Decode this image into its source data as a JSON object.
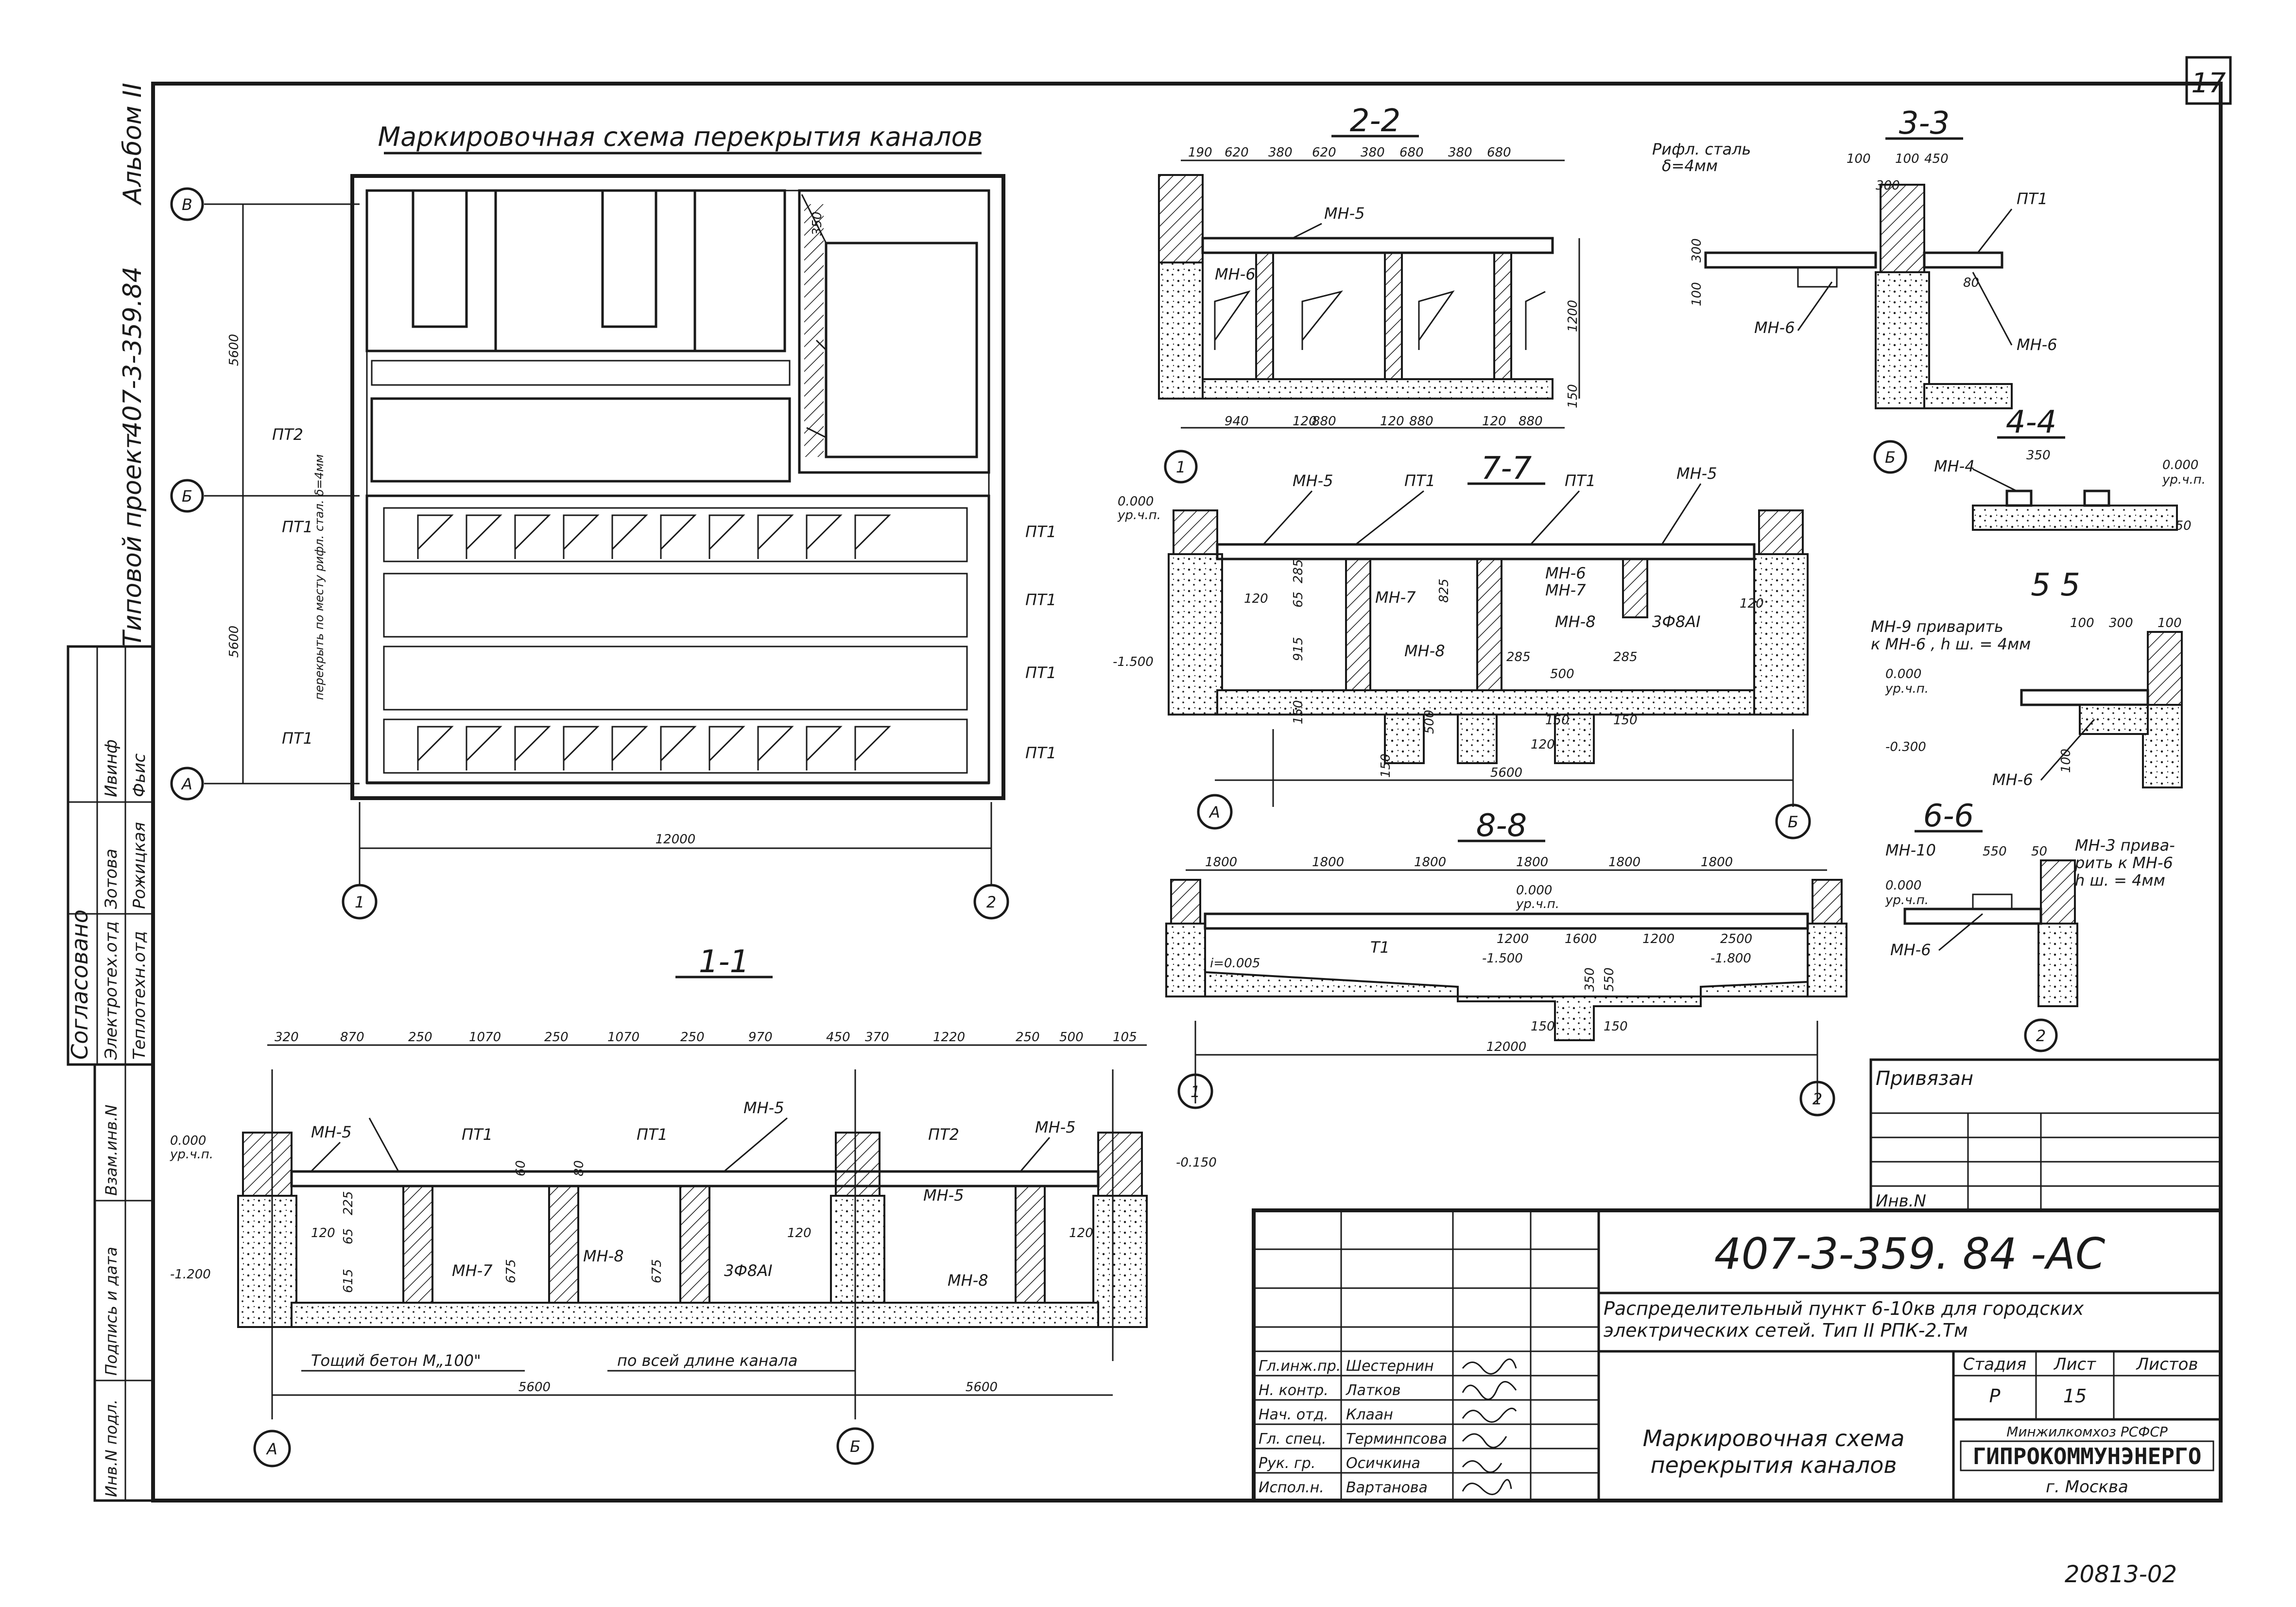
{
  "sheet_number": "17",
  "archive_number": "20813-02",
  "margin": {
    "project_label": "Типовой проект",
    "project_code": "407-3-359.84",
    "album": "Альбом II"
  },
  "approval": {
    "title": "Согласовано",
    "rows": [
      {
        "dept": "Электротех.отд",
        "name": "Зотова"
      },
      {
        "dept": "Теплотехн.отд",
        "name": "Рожицкая"
      }
    ],
    "signature_marks": [
      "Ивинф",
      "Фьис"
    ]
  },
  "left_strip": [
    "Взам.инв.N",
    "Подпись и дата",
    "Инв.N подл."
  ],
  "plan": {
    "title": "Маркировочная схема перекрытия каналов",
    "axes": {
      "row": [
        "В",
        "Б",
        "А"
      ],
      "col": [
        "1",
        "2"
      ]
    },
    "dims": {
      "width": "12000",
      "upper": "5600",
      "lower": "5600",
      "d350": "350"
    },
    "labels": [
      "ПТ2",
      "ПТ1",
      "ПТ1",
      "ПТ1",
      "ПТ1",
      "ПТ1",
      "ПТ1"
    ],
    "note": "перекрыть по месту рифл. стал. δ=4мм"
  },
  "sec22": {
    "title": "2-2",
    "top_dims": [
      "190",
      "620",
      "380",
      "620",
      "380",
      "680",
      "380",
      "680"
    ],
    "bottom_dims": [
      "940",
      "120",
      "880",
      "120",
      "880",
      "120",
      "880"
    ],
    "side_dims": [
      "1200",
      "150"
    ],
    "labels": [
      "МН-5",
      "МН-6"
    ],
    "axis": "1"
  },
  "sec33": {
    "title": "3-3",
    "note_line1": "Рифл. сталь",
    "note_line2": "δ=4мм",
    "dims": [
      "100",
      "100",
      "450",
      "300",
      "100",
      "300",
      "80"
    ],
    "labels": [
      "ПТ1",
      "МН-6",
      "МН-6"
    ],
    "axis": "Б"
  },
  "sec44": {
    "title": "4-4",
    "dims": [
      "350",
      "0.000",
      "ур.ч.п.",
      "150"
    ],
    "labels": [
      "МН-4"
    ]
  },
  "sec55": {
    "title": "5 5",
    "note_line1": "МН-9 приварить",
    "note_line2": "к МН-6 , h ш. = 4мм",
    "dims": [
      "100",
      "300",
      "100",
      "0.000",
      "ур.ч.п.",
      "-0.300",
      "100"
    ],
    "labels": [
      "МН-6"
    ]
  },
  "sec66": {
    "title": "6-6",
    "dims": [
      "550",
      "50",
      "0.000",
      "ур.ч.п."
    ],
    "note_line1": "МН-3 прива-",
    "note_line2": "рить к МН-6",
    "note_line3": "h ш. = 4мм",
    "labels": [
      "МН-10",
      "МН-6"
    ],
    "axis": "2"
  },
  "sec77": {
    "title": "7-7",
    "levels": [
      "0.000",
      "ур.ч.п.",
      "-1.500"
    ],
    "labels": [
      "МН-5",
      "ПТ1",
      "ПТ1",
      "МН-5",
      "МН-7",
      "МН-6",
      "МН-7",
      "МН-8",
      "МН-8",
      "3Ф8АI"
    ],
    "dims": [
      "285",
      "65",
      "120",
      "915",
      "150",
      "120",
      "825",
      "500",
      "285",
      "285",
      "500",
      "150",
      "150",
      "150",
      "120"
    ],
    "width": "5600",
    "axes": [
      "А",
      "Б"
    ]
  },
  "sec88": {
    "title": "8-8",
    "top_dims": [
      "1800",
      "1800",
      "1800",
      "1800",
      "1800",
      "1800"
    ],
    "mid_dims": [
      "1200",
      "1600",
      "1200",
      "2500"
    ],
    "levels": [
      "0.000",
      "ур.ч.п.",
      "-1.500",
      "-1.800",
      "i=0.005"
    ],
    "other_dims": [
      "550",
      "350",
      "150",
      "150"
    ],
    "t_label": "Т1",
    "width": "12000",
    "axes": [
      "1",
      "2"
    ]
  },
  "sec11": {
    "title": "1-1",
    "top_dims": [
      "320",
      "870",
      "250",
      "1070",
      "250",
      "1070",
      "250",
      "970",
      "450",
      "370",
      "1220",
      "250",
      "500",
      "105"
    ],
    "labels": [
      "МН-5",
      "ПТ1",
      "ПТ1",
      "МН-5",
      "ПТ2",
      "МН-5",
      "МН-5",
      "МН-7",
      "МН-8",
      "3Ф8АI",
      "МН-8"
    ],
    "levels": [
      "0.000",
      "ур.ч.п.",
      "-1.200",
      "-0.150"
    ],
    "side_dims": [
      "120",
      "225",
      "65",
      "615",
      "675",
      "60",
      "80",
      "675",
      "120",
      "120"
    ],
    "note_concrete": "Тощий бетон М„100\"",
    "note_length": "по всей длине канала",
    "widths": [
      "5600",
      "5600"
    ],
    "axes": [
      "А",
      "Б"
    ]
  },
  "bound": {
    "title": "Привязан",
    "inv": "Инв.N"
  },
  "title_block": {
    "code": "407-3-359. 84 -АС",
    "desc_line1": "Распределительный пункт 6-10кв для городских",
    "desc_line2": "электрических сетей. Тип II РПК-2.Тм",
    "headers": [
      "Стадия",
      "Лист",
      "Листов"
    ],
    "values": [
      "Р",
      "15",
      ""
    ],
    "drawing_name_line1": "Маркировочная схема",
    "drawing_name_line2": "перекрытия каналов",
    "org_line1": "Минжилкомхоз РСФСР",
    "org_line2": "ГИПРОКОММУНЭНЕРГО",
    "org_line3": "г. Москва",
    "signers": [
      {
        "role": "Гл.инж.пр.",
        "name": "Шестернин"
      },
      {
        "role": "Н. контр.",
        "name": "Латков"
      },
      {
        "role": "Нач. отд.",
        "name": "Клаан"
      },
      {
        "role": "Гл. спец.",
        "name": "Терминпсова"
      },
      {
        "role": "Рук. гр.",
        "name": "Осичкина"
      },
      {
        "role": "Испол.н.",
        "name": "Вартанова"
      }
    ]
  }
}
